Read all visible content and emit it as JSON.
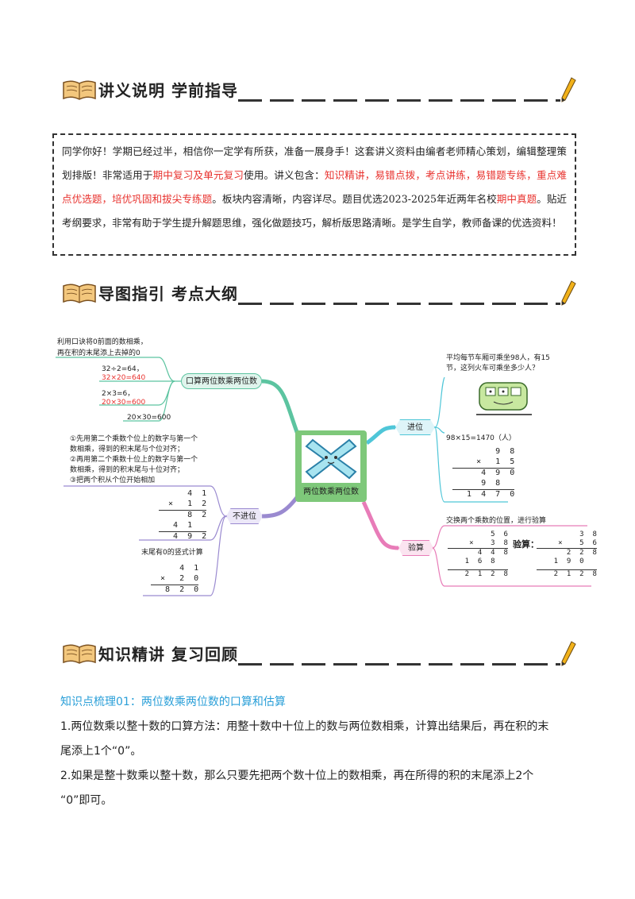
{
  "sections": {
    "s1": "讲义说明 学前指导",
    "s2": "导图指引 考点大纲",
    "s3": "知识精讲 复习回顾"
  },
  "intro": {
    "p1": "同学你好！学期已经过半，相信你一定学有所获，准备一展身手！这套讲义资料由编者老师精心策划，编辑整理策划排版！非常适用于",
    "p2": "期中复习及单元复习",
    "p3": "使用。讲义包含：",
    "p4": "知识精讲，易错点拨，考点讲练，易错题专练，重点难点优选题，培优巩固和拔尖专练题",
    "p5": "。板块内容清晰，内容详尽。题目优选2023-2025年近两年名校",
    "p6": "期中真题",
    "p7": "。贴近考纲要求，非常有助于学生提升解题思维，强化做题技巧，解析版思路清晰。是学生自学，教师备课的优选资料！"
  },
  "mindmap": {
    "center": "两位数乘两位数",
    "n_oral": "口算两位数乘两位数",
    "n_nocarry": "不进位",
    "n_carry": "进位",
    "n_check": "验算",
    "oral_rule_1": "利用口诀将0前面的数相乘，",
    "oral_rule_2": "再在积的末尾添上去掉的0",
    "oral_ex1a": "32÷2=64，",
    "oral_ex1b": "32×20=640",
    "oral_ex2a": "2×3=6，",
    "oral_ex2b": "20×30=600",
    "oral_ex3": "20×30=600",
    "nc_rule_1": "①先用第二个乘数个位上的数字与第一个",
    "nc_rule_2": "数相乘，得到的积末尾与个位对齐；",
    "nc_rule_3": "②再用第二个乘数十位上的数字与第一个",
    "nc_rule_4": "数相乘，得到的积末尾与十位对齐；",
    "nc_rule_5": "③把两个积从个位开始相加",
    "nc_zero_rule": "末尾有0的竖式计算",
    "carry_q1": "平均每节车厢可乘坐98人，有15",
    "carry_q2": "节，这列火车可乘坐多少人？",
    "carry_eq": "98×15=1470（人）",
    "check_rule": "交换两个乘数的位置，进行验算",
    "check_label": "验算："
  },
  "knowledge": {
    "kp1_title": "知识点梳理01：两位数乘两位数的口算和估算",
    "line1": "1.两位数乘以整十数的口算方法：用整十数中十位上的数与两位数相乘，计算出结果后，再在积的末",
    "line2": "尾添上1个“0”。",
    "line3": "2.如果是整十数乘以整十数，那么只要先把两个数十位上的数相乘，再在所得的积的末尾添上2个",
    "line4": "“0”即可。"
  },
  "colors": {
    "accent_blue": "#2a9fd8",
    "red": "#e8322e",
    "oral_green": "#5cc4a0",
    "center_green": "#7ec87a"
  }
}
